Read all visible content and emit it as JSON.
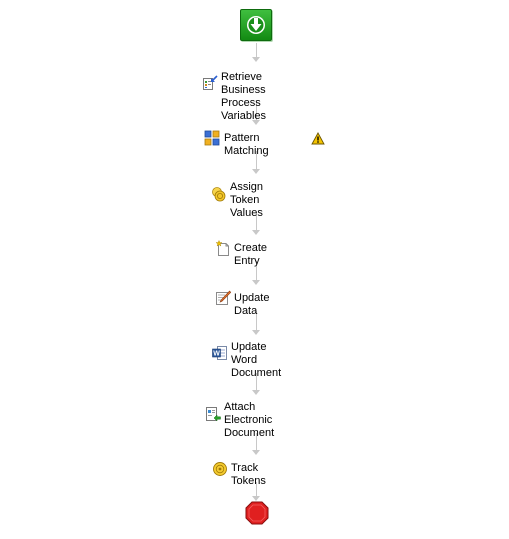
{
  "workflow": {
    "activities": [
      {
        "label": "Retrieve Business\nProcess Variables",
        "icon": "retrieve-variables-icon"
      },
      {
        "label": "Pattern Matching",
        "icon": "pattern-matching-icon",
        "warning": "warning-icon"
      },
      {
        "label": "Assign Token\nValues",
        "icon": "assign-token-icon"
      },
      {
        "label": "Create Entry",
        "icon": "create-entry-icon"
      },
      {
        "label": "Update Data",
        "icon": "update-data-icon"
      },
      {
        "label": "Update Word\nDocument",
        "icon": "word-document-icon"
      },
      {
        "label": "Attach Electronic\nDocument",
        "icon": "attach-document-icon"
      },
      {
        "label": "Track Tokens",
        "icon": "track-tokens-icon"
      }
    ],
    "start_icon": "start-arrow-icon",
    "end_icon": "stop-icon",
    "colors": {
      "start_green": "#1e9e1e",
      "stop_red": "#e02020",
      "connector_gray": "#c8c8c8",
      "warning_yellow": "#f5c400"
    }
  }
}
